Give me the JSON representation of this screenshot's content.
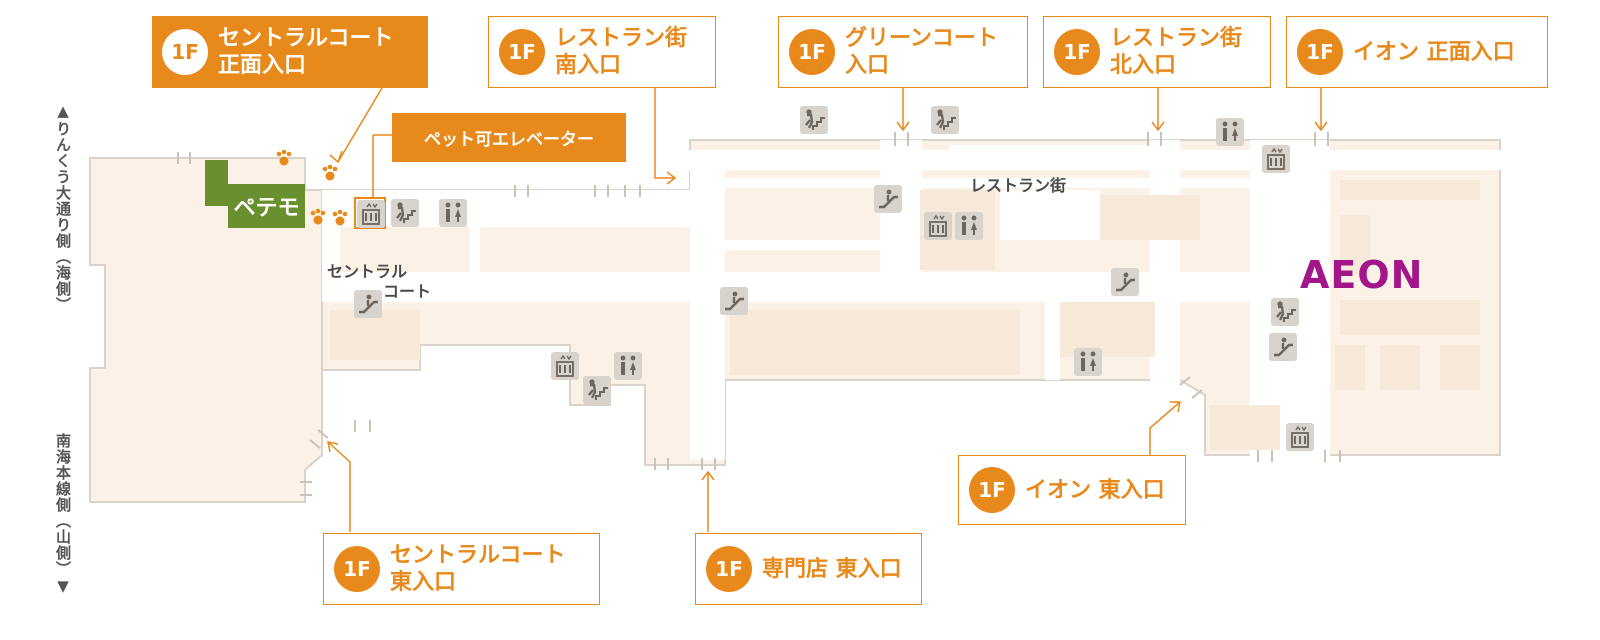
{
  "side_labels": {
    "sea_side": "▲りんくう大通り側（海側）",
    "mountain_side": "南海本線側（山側）▼"
  },
  "floor_badge": "1F",
  "entrances": {
    "central_front": "セントラルコート\n正面入口",
    "restaurant_south": "レストラン街\n南入口",
    "green_court": "グリーンコート\n入口",
    "restaurant_north": "レストラン街\n北入口",
    "aeon_front": "イオン 正面入口",
    "aeon_east": "イオン 東入口",
    "central_east": "セントラルコート\n東入口",
    "specialty_east": "専門店 東入口"
  },
  "pet_elevator": "ペット可エレベーター",
  "petemo": "ペテモ",
  "areas": {
    "restaurant_street": "レストラン街",
    "central_court_1": "セントラル",
    "central_court_2": "コート"
  },
  "aeon_logo": "AEON",
  "colors": {
    "accent": "#e8891b",
    "floor": "#fbf1e6",
    "petemo_green": "#6a8f2e",
    "aeon_magenta": "#a3168a",
    "icon_bg": "#d8d3cc"
  },
  "icons": [
    "escalator-icon",
    "stairs-icon",
    "elevator-icon",
    "restroom-icon",
    "pet-paw-icon"
  ]
}
